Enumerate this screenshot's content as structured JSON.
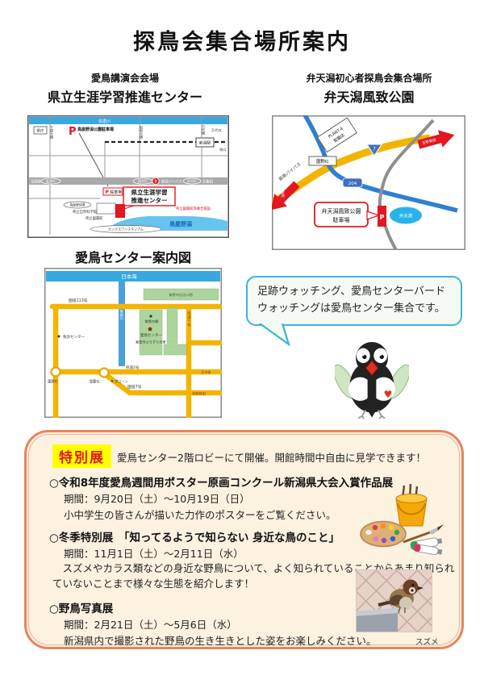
{
  "title": "探鳥会集合場所案内",
  "colors": {
    "accent_orange": "#e8845c",
    "box_bg": "#fdf1e0",
    "badge_bg": "#ffff00",
    "badge_text": "#e01820",
    "bubble_border": "#3ab6da",
    "road_yellow": "#f3b400",
    "road_blue": "#2f7fd0",
    "water_blue": "#38a8e0",
    "park_green": "#aed49e",
    "marker_red": "#e01820"
  },
  "left_venue": {
    "subtitle": "愛鳥講演会会場",
    "title": "県立生涯学習推進センター"
  },
  "right_venue": {
    "subtitle": "弁天潟初心者探鳥会集合場所",
    "title": "弁天潟風致公園"
  },
  "map1": {
    "river": "信濃川",
    "pref_office": "県庁",
    "bridge_left": "千歳大橋",
    "bridge_mid": "昭和大橋",
    "bridge_right": "万代橋",
    "p1": "P",
    "p1_label": "鳥屋野潟公園駐車場",
    "station": "新潟駅",
    "exit_bandai": "万代口",
    "exit_south": "南口",
    "to_sekiya": "至関屋",
    "ic_meike": "女池IC",
    "ic_sakuragi": "桜木IC",
    "route8": "8",
    "bypass": "新潟バイパス",
    "ic_benten": "弁天IC",
    "to_kameda": "至亀田",
    "p2_p": "P",
    "p2_label": "駐車場",
    "center_l1": "県立生涯学習",
    "center_l2": "推進センター",
    "library_complex": "県立図書館等複合施設",
    "ballpark": "鳥屋野球場",
    "science": "県立自然科学館",
    "library": "県立図書館",
    "lake": "鳥屋野潟",
    "stadium": "ビッグスワンスタジアム"
  },
  "map2": {
    "bypass": "新新バイパス",
    "to_niigata": "至新潟",
    "to_shibata": "至新発田",
    "plant_l1": "PLANT-4",
    "plant_l2": "聖籠店",
    "ic": "蓮野IC",
    "route7": "7",
    "route204": "204",
    "callout_l1": "弁天潟風致公園",
    "callout_l2": "駐車場",
    "p": "P",
    "lake": "弁天潟"
  },
  "map3": {
    "title": "愛鳥センター案内図",
    "sea": "日本海",
    "river": "落堀川",
    "route113": "国道113号",
    "license_center": "免許センター",
    "memorial_park": "紫雲寺記念公園",
    "spa": "紫雲の郷",
    "bird_center": "愛鳥センター",
    "bird_center2": "紫雲寺さえずりの里",
    "pref_road3": "県道3号",
    "pref_road2": "県道2号",
    "to_nakajo": "至中条",
    "ic1": "蓮野IC",
    "ic2": "聖籠IC",
    "poi": "ダユーン",
    "route7": "国道7号",
    "to_shibata": "至新発田"
  },
  "bubble": {
    "line1": "足跡ウォッチング、愛鳥センターバード",
    "line2": "ウォッチングは愛鳥センター集合です。"
  },
  "special": {
    "badge": "特別展",
    "intro": "愛鳥センター2階ロビーにて開催。開館時間中自由に見学できます！",
    "items": [
      {
        "title": "○令和8年度愛鳥週間用ポスター原画コンクール新潟県大会入賞作品展",
        "period": "期間：9月20日（土）～10月19日（日）",
        "desc": "小中学生の皆さんが描いた力作のポスターをご覧ください。"
      },
      {
        "title": "○冬季特別展　「知ってるようで知らない 身近な鳥のこと」",
        "period": "期間：11月1日（土）～2月11日（水）",
        "desc": "　スズメやカラス類などの身近な野鳥について、よく知られていることからあまり知られていないことまで様々な生態を紹介します！"
      },
      {
        "title": "○野鳥写真展",
        "period": "期間：2月21日（土）～5月6日（水）",
        "desc": "新潟県内で撮影された野鳥の生き生きとした姿をお楽しみください。"
      }
    ],
    "photo_caption": "スズメ"
  }
}
